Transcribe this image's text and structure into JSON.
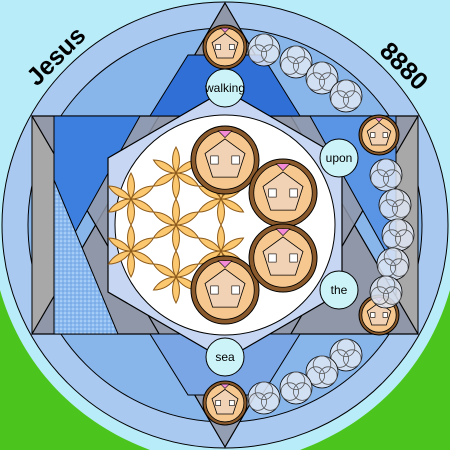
{
  "figure": {
    "corner_left": "Jesus",
    "corner_right": "8880",
    "bubbles": {
      "b1": "walking",
      "b2": "upon",
      "b3": "the",
      "b4": "sea"
    }
  },
  "colors": {
    "sky": "#b8ecf8",
    "grass": "#4cc41e",
    "outer_ring": "#a9c9f0",
    "mid_ring": "#88b6ea",
    "inner_blue": "#3d7fdf",
    "triangle_grey": "#8f97a8",
    "edge_grey": "#a8a8a8",
    "hexagon": "#c7d6f2",
    "white": "#ffffff",
    "bubble_fill": "#ccf4f8",
    "petal": "#fbc870",
    "petal_stroke": "#8c5a1a",
    "medallion_rim": "#8a5a2c",
    "medallion_inner": "#f6c890",
    "medallion_face": "#f2d2b4",
    "accent_pink": "#f28ad6"
  }
}
